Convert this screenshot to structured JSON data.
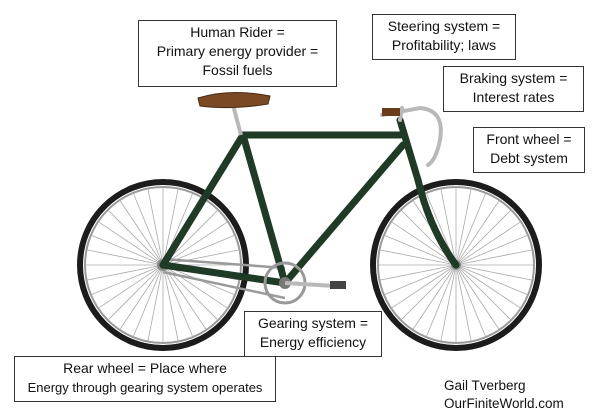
{
  "labels": {
    "human_rider": [
      "Human Rider =",
      "Primary energy provider  =",
      "Fossil fuels"
    ],
    "steering": [
      "Steering system  =",
      "Profitability; laws"
    ],
    "braking": [
      "Braking system  =",
      "Interest rates"
    ],
    "front_wheel": [
      "Front wheel =",
      "Debt system"
    ],
    "gearing": [
      "Gearing system  =",
      "Energy efficiency"
    ],
    "rear_wheel": [
      "Rear wheel = Place where",
      "Energy through gearing system operates"
    ]
  },
  "credit": [
    "Gail Tverberg",
    "OurFiniteWorld.com"
  ],
  "colors": {
    "frame": "#1f3a25",
    "saddle": "#7a4a25",
    "tire": "#1c1c1c",
    "metal": "#b9b9b9"
  }
}
